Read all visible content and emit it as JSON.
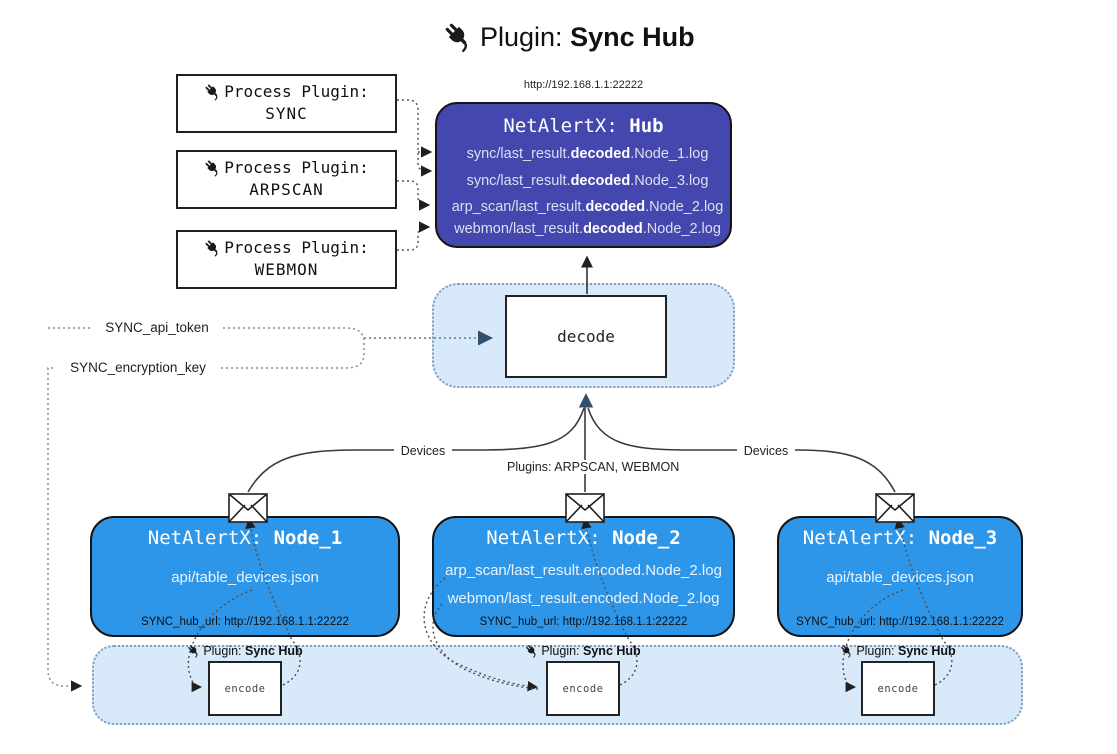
{
  "title": {
    "prefix": "Plugin: ",
    "name": "Sync Hub"
  },
  "process_plugins": {
    "heading": "Process Plugin:",
    "items": [
      {
        "name": "SYNC"
      },
      {
        "name": "ARPSCAN"
      },
      {
        "name": "WEBMON"
      }
    ]
  },
  "hub": {
    "url": "http://192.168.1.1:22222",
    "title_prefix": "NetAlertX: ",
    "title_name": "Hub",
    "logs": [
      {
        "pre": "sync/last_result.",
        "em": "decoded",
        "post": ".Node_1.log"
      },
      {
        "pre": "sync/last_result.",
        "em": "decoded",
        "post": ".Node_3.log"
      },
      {
        "pre": "arp_scan/last_result.",
        "em": "decoded",
        "post": ".Node_2.log"
      },
      {
        "pre": "webmon/last_result.",
        "em": "decoded",
        "post": ".Node_2.log"
      }
    ]
  },
  "decode_box": {
    "label": "decode"
  },
  "secrets": {
    "api_token": "SYNC_api_token",
    "encryption_key": "SYNC_encryption_key"
  },
  "edges": {
    "devices_left": "Devices",
    "plugins_center": "Plugins: ARPSCAN, WEBMON",
    "devices_right": "Devices"
  },
  "nodes": [
    {
      "title_prefix": "NetAlertX: ",
      "title_name": "Node_1",
      "files": [
        "api/table_devices.json"
      ],
      "hub_url": "SYNC_hub_url: http://192.168.1.1:22222"
    },
    {
      "title_prefix": "NetAlertX: ",
      "title_name": "Node_2",
      "files": [
        "arp_scan/last_result.encoded.Node_2.log",
        "webmon/last_result.encoded.Node_2.log"
      ],
      "hub_url": "SYNC_hub_url: http://192.168.1.1:22222"
    },
    {
      "title_prefix": "NetAlertX: ",
      "title_name": "Node_3",
      "files": [
        "api/table_devices.json"
      ],
      "hub_url": "SYNC_hub_url: http://192.168.1.1:22222"
    }
  ],
  "encode_band": {
    "label_prefix": "Plugin: ",
    "label_name": "Sync Hub",
    "box_label": "encode"
  },
  "colors": {
    "hub_fill": "#4447ae",
    "node_fill": "#2e96e9",
    "band_fill": "#d8e9fa",
    "band_border": "#7f9db9",
    "arrow_dark": "#1f1f1f",
    "arrow_slate": "#31506b"
  }
}
